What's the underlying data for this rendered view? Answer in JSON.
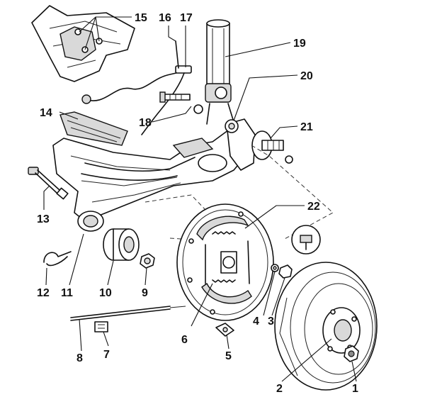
{
  "callouts": [
    {
      "id": "c1",
      "label": "1"
    },
    {
      "id": "c2",
      "label": "2"
    },
    {
      "id": "c3",
      "label": "3"
    },
    {
      "id": "c4",
      "label": "4"
    },
    {
      "id": "c5",
      "label": "5"
    },
    {
      "id": "c6",
      "label": "6"
    },
    {
      "id": "c7",
      "label": "7"
    },
    {
      "id": "c8",
      "label": "8"
    },
    {
      "id": "c9",
      "label": "9"
    },
    {
      "id": "c10",
      "label": "10"
    },
    {
      "id": "c11",
      "label": "11"
    },
    {
      "id": "c12",
      "label": "12"
    },
    {
      "id": "c13",
      "label": "13"
    },
    {
      "id": "c14",
      "label": "14"
    },
    {
      "id": "c15",
      "label": "15"
    },
    {
      "id": "c16",
      "label": "16"
    },
    {
      "id": "c17",
      "label": "17"
    },
    {
      "id": "c18",
      "label": "18"
    },
    {
      "id": "c19",
      "label": "19"
    },
    {
      "id": "c20",
      "label": "20"
    },
    {
      "id": "c21",
      "label": "21"
    },
    {
      "id": "c22",
      "label": "22"
    }
  ]
}
